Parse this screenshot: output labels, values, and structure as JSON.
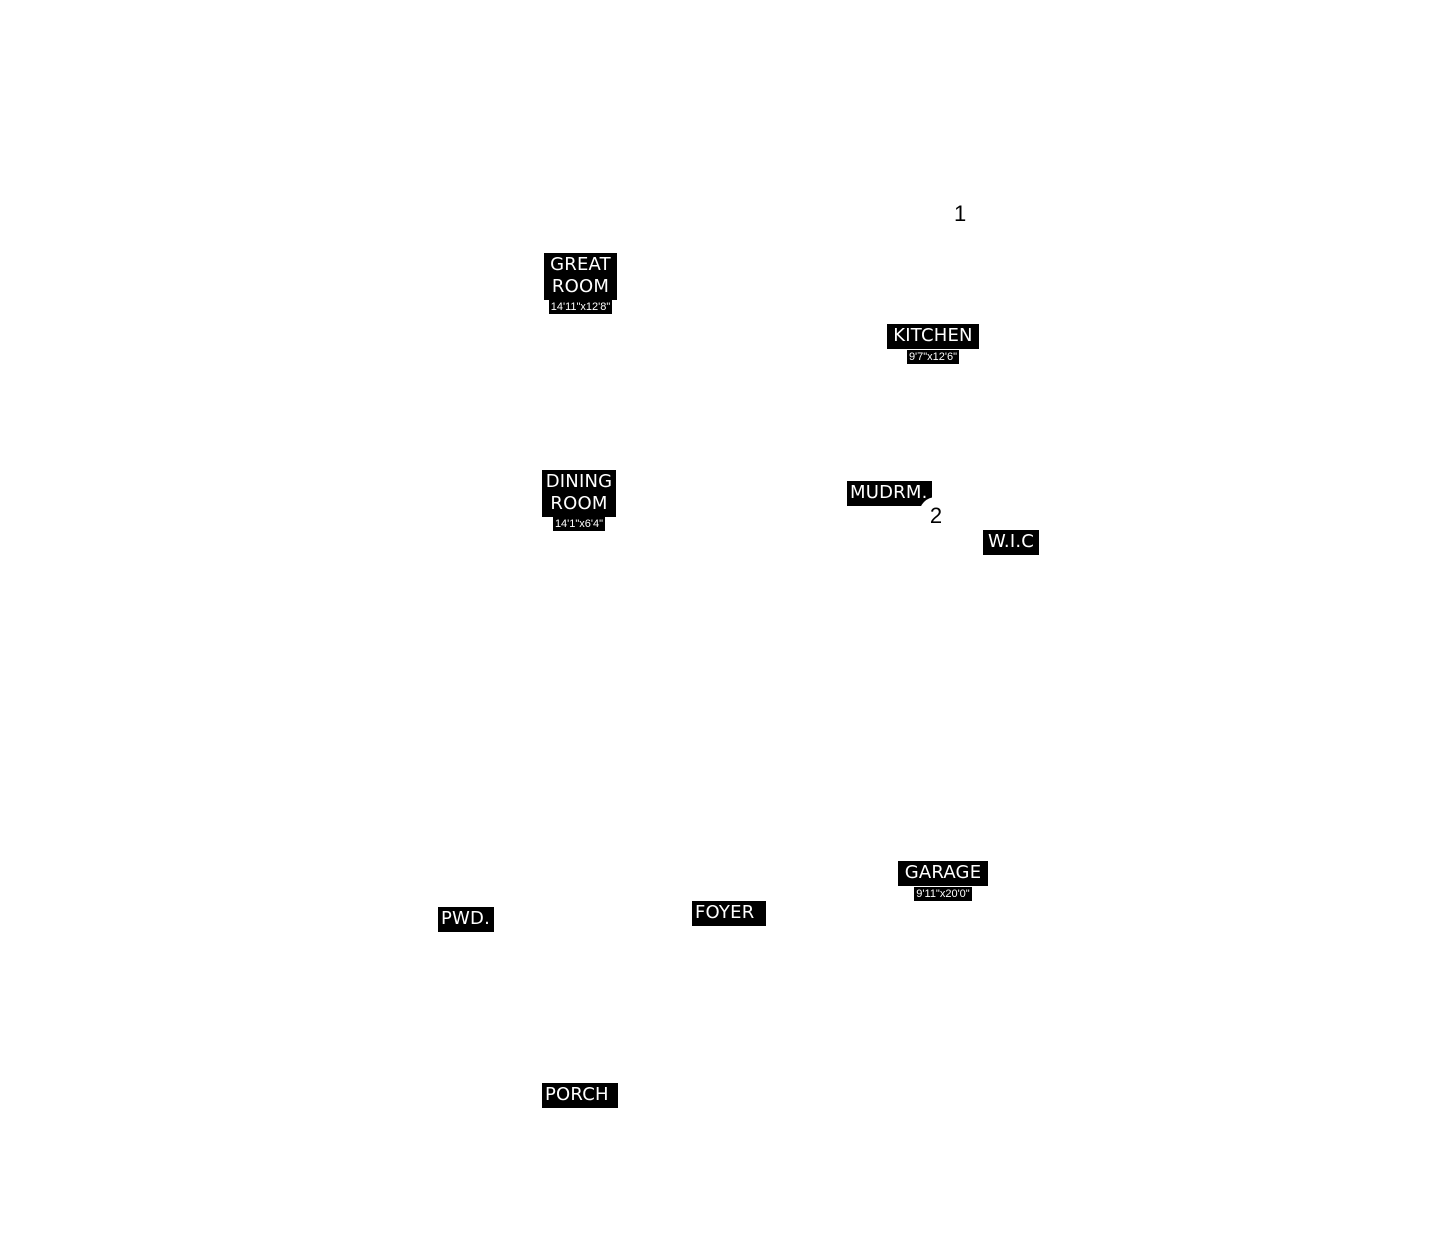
{
  "rooms": {
    "great_room": {
      "name": "GREAT\nROOM",
      "dim": "14'11\"x12'8\""
    },
    "kitchen": {
      "name": "KITCHEN",
      "dim": "9'7\"x12'6\""
    },
    "dining_room": {
      "name": "DINING\nROOM",
      "dim": "14'1\"x6'4\""
    },
    "mudroom": {
      "name": "MUDRM."
    },
    "wic": {
      "name": "W.I.C"
    },
    "garage": {
      "name": "GARAGE",
      "dim": "9'11\"x20'0\""
    },
    "powder": {
      "name": "PWD."
    },
    "foyer": {
      "name": "FOYER"
    },
    "porch": {
      "name": "PORCH"
    }
  },
  "markers": {
    "marker_1": "1",
    "marker_2": "2"
  }
}
